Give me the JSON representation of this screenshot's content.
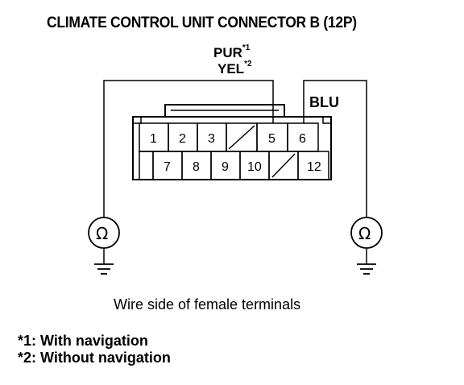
{
  "title": "CLIMATE CONTROL UNIT CONNECTOR B (12P)",
  "wires": {
    "left_main": "PUR",
    "left_main_mark": "*1",
    "left_alt": "YEL",
    "left_alt_mark": "*2",
    "right": "BLU"
  },
  "connector": {
    "top_row": [
      "1",
      "2",
      "3",
      "",
      "5",
      "6"
    ],
    "bottom_row": [
      "",
      "7",
      "8",
      "9",
      "10",
      "",
      "12"
    ]
  },
  "meters": {
    "left_symbol": "Ω",
    "right_symbol": "Ω"
  },
  "caption": "Wire side of female terminals",
  "notes": [
    "*1: With navigation",
    "*2: Without navigation"
  ]
}
